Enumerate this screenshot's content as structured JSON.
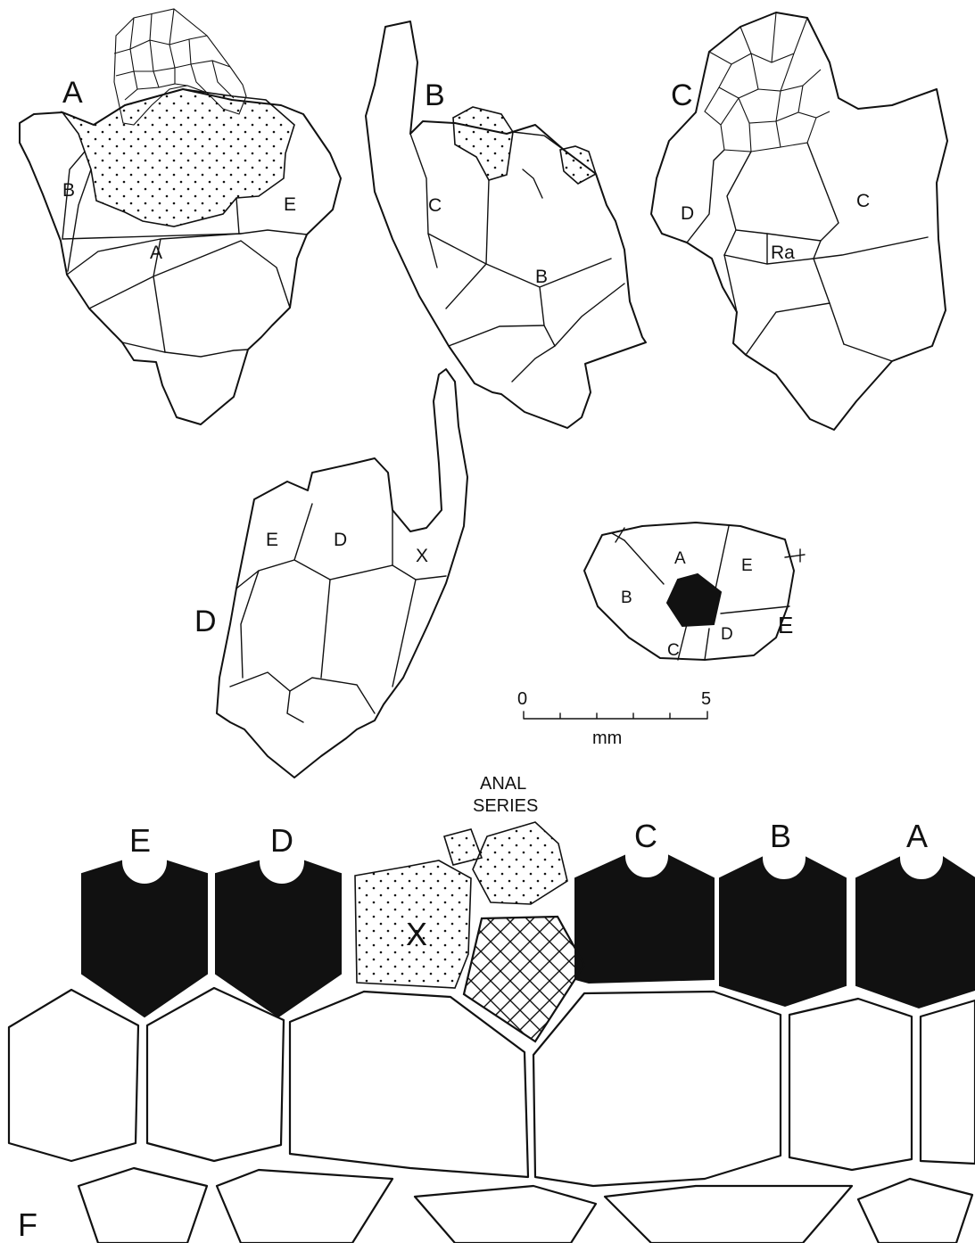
{
  "figures": {
    "A": {
      "label": "A",
      "plates": [
        "B",
        "E",
        "A"
      ]
    },
    "B": {
      "label": "B",
      "plates": [
        "C",
        "B"
      ]
    },
    "C": {
      "label": "C",
      "plates": [
        "D",
        "C",
        "Ra"
      ]
    },
    "D": {
      "label": "D",
      "plates": [
        "E",
        "D",
        "X"
      ]
    },
    "basal": {
      "plates": [
        "A",
        "E",
        "B",
        "D",
        "C"
      ],
      "outer_label": "E"
    },
    "F": {
      "label": "F"
    }
  },
  "scale_bar": {
    "start": "0",
    "end": "5",
    "unit": "mm"
  },
  "diagram_F": {
    "radial_labels": [
      "E",
      "D",
      "C",
      "B",
      "A"
    ],
    "anal_plate_label": "X",
    "anal_series_line1": "ANAL",
    "anal_series_line2": "SERIES"
  }
}
